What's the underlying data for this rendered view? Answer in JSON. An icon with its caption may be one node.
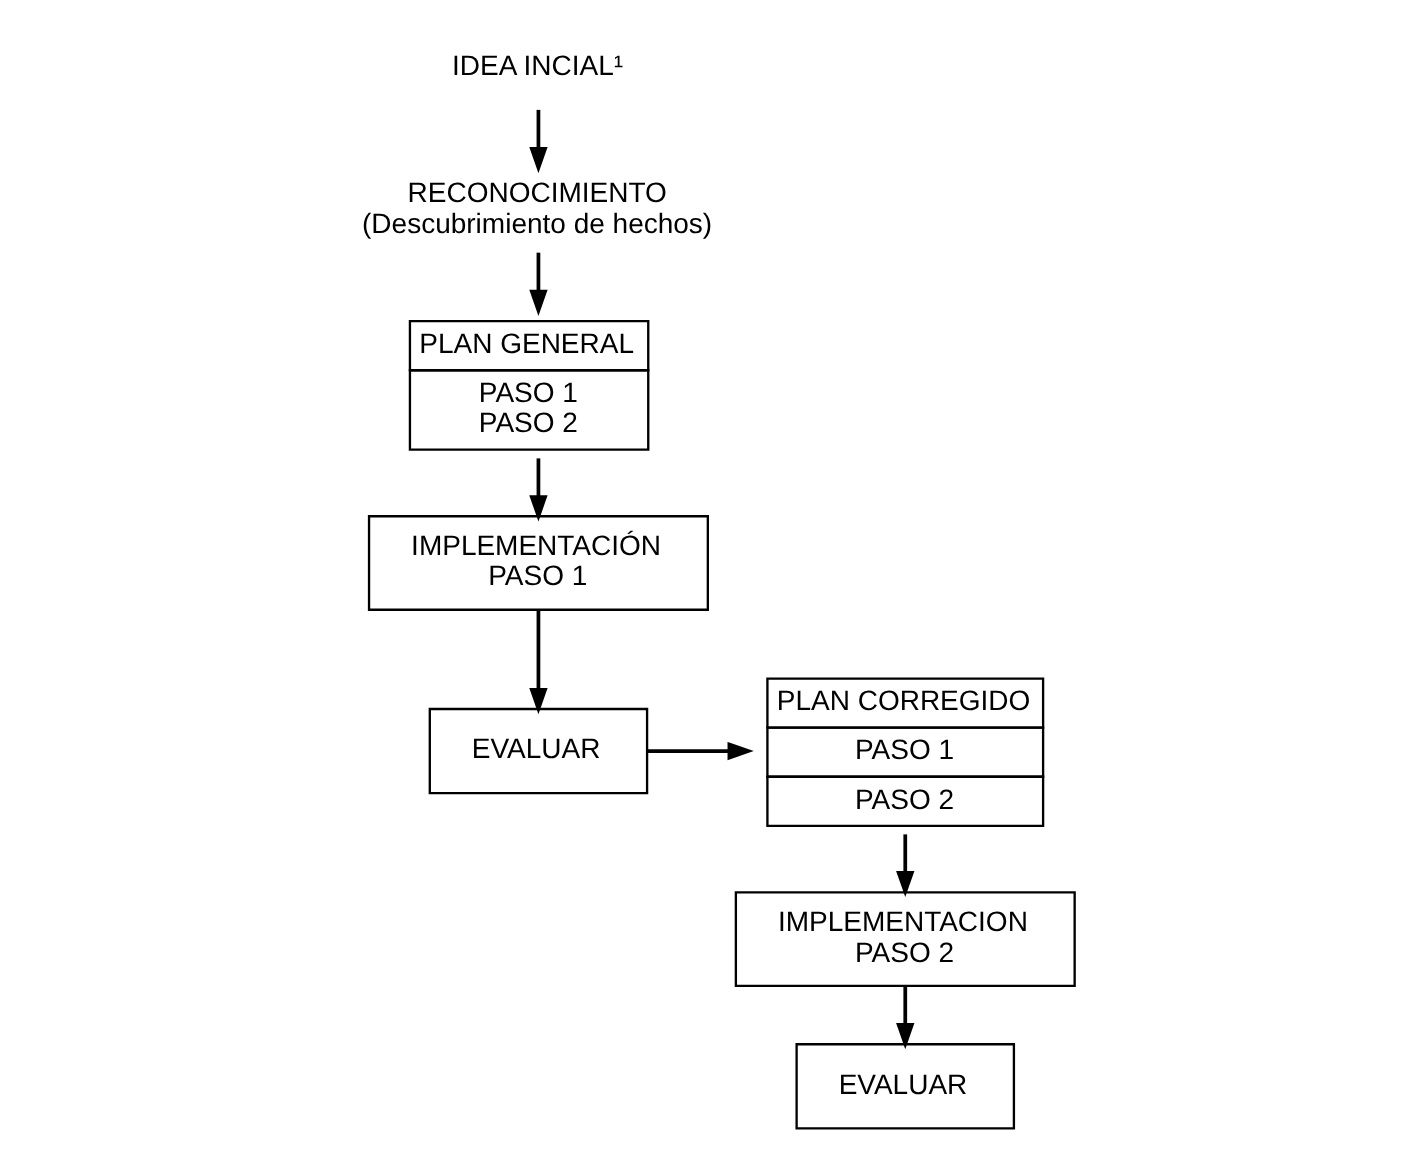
{
  "diagram": {
    "nodes": [
      {
        "text": [
          "IDEA INCIAL¹"
        ]
      },
      {
        "text": [
          "RECONOCIMIENTO",
          "(Descubrimiento de hechos)"
        ]
      },
      {
        "text": [
          "PLAN GENERAL",
          "PASO 1",
          "PASO 2"
        ]
      },
      {
        "text": [
          "IMPLEMENTACIÓN",
          "PASO 1"
        ]
      },
      {
        "text": [
          "EVALUAR"
        ]
      },
      {
        "text": [
          "PLAN CORREGIDO",
          "PASO 1",
          "PASO 2"
        ]
      },
      {
        "text": [
          "IMPLEMENTACION",
          "PASO 2"
        ]
      },
      {
        "text": [
          "EVALUAR"
        ]
      }
    ],
    "edges": [
      {
        "from": 0,
        "to": 1,
        "arrow": "to"
      },
      {
        "from": 1,
        "to": 2,
        "arrow": "to"
      },
      {
        "from": 2,
        "to": 3,
        "arrow": "to"
      },
      {
        "from": 3,
        "to": 4,
        "arrow": "to"
      },
      {
        "from": 4,
        "to": 5,
        "arrow": "to"
      },
      {
        "from": 5,
        "to": 6,
        "arrow": "to"
      },
      {
        "from": 6,
        "to": 7,
        "arrow": "to"
      }
    ]
  }
}
